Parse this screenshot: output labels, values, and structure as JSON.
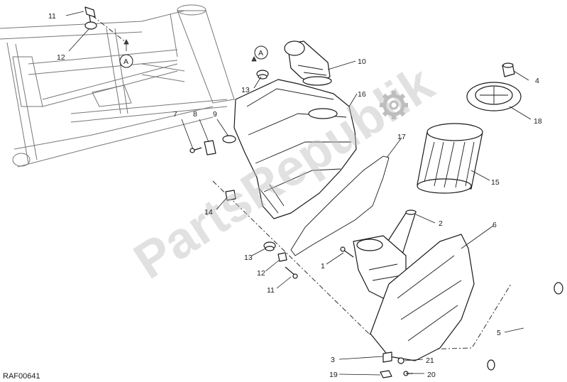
{
  "drawing_code": "RAF00641",
  "watermark": "PartsRepublik",
  "reference_marker": "A",
  "callouts": [
    {
      "id": "c11a",
      "label": "11"
    },
    {
      "id": "c12a",
      "label": "12"
    },
    {
      "id": "c13a",
      "label": "13"
    },
    {
      "id": "c10",
      "label": "10"
    },
    {
      "id": "c16",
      "label": "16"
    },
    {
      "id": "c4",
      "label": "4"
    },
    {
      "id": "c7",
      "label": "7"
    },
    {
      "id": "c8",
      "label": "8"
    },
    {
      "id": "c9",
      "label": "9"
    },
    {
      "id": "c17",
      "label": "17"
    },
    {
      "id": "c18",
      "label": "18"
    },
    {
      "id": "c15",
      "label": "15"
    },
    {
      "id": "c14",
      "label": "14"
    },
    {
      "id": "c2",
      "label": "2"
    },
    {
      "id": "c6",
      "label": "6"
    },
    {
      "id": "c13b",
      "label": "13"
    },
    {
      "id": "c12b",
      "label": "12"
    },
    {
      "id": "c11b",
      "label": "11"
    },
    {
      "id": "c1",
      "label": "1"
    },
    {
      "id": "c5",
      "label": "5"
    },
    {
      "id": "c3",
      "label": "3"
    },
    {
      "id": "c21",
      "label": "21"
    },
    {
      "id": "c19",
      "label": "19"
    },
    {
      "id": "c20",
      "label": "20"
    }
  ],
  "colors": {
    "line": "#1a1a1a",
    "frame": "#777777",
    "watermark": "#bdbdbd"
  }
}
